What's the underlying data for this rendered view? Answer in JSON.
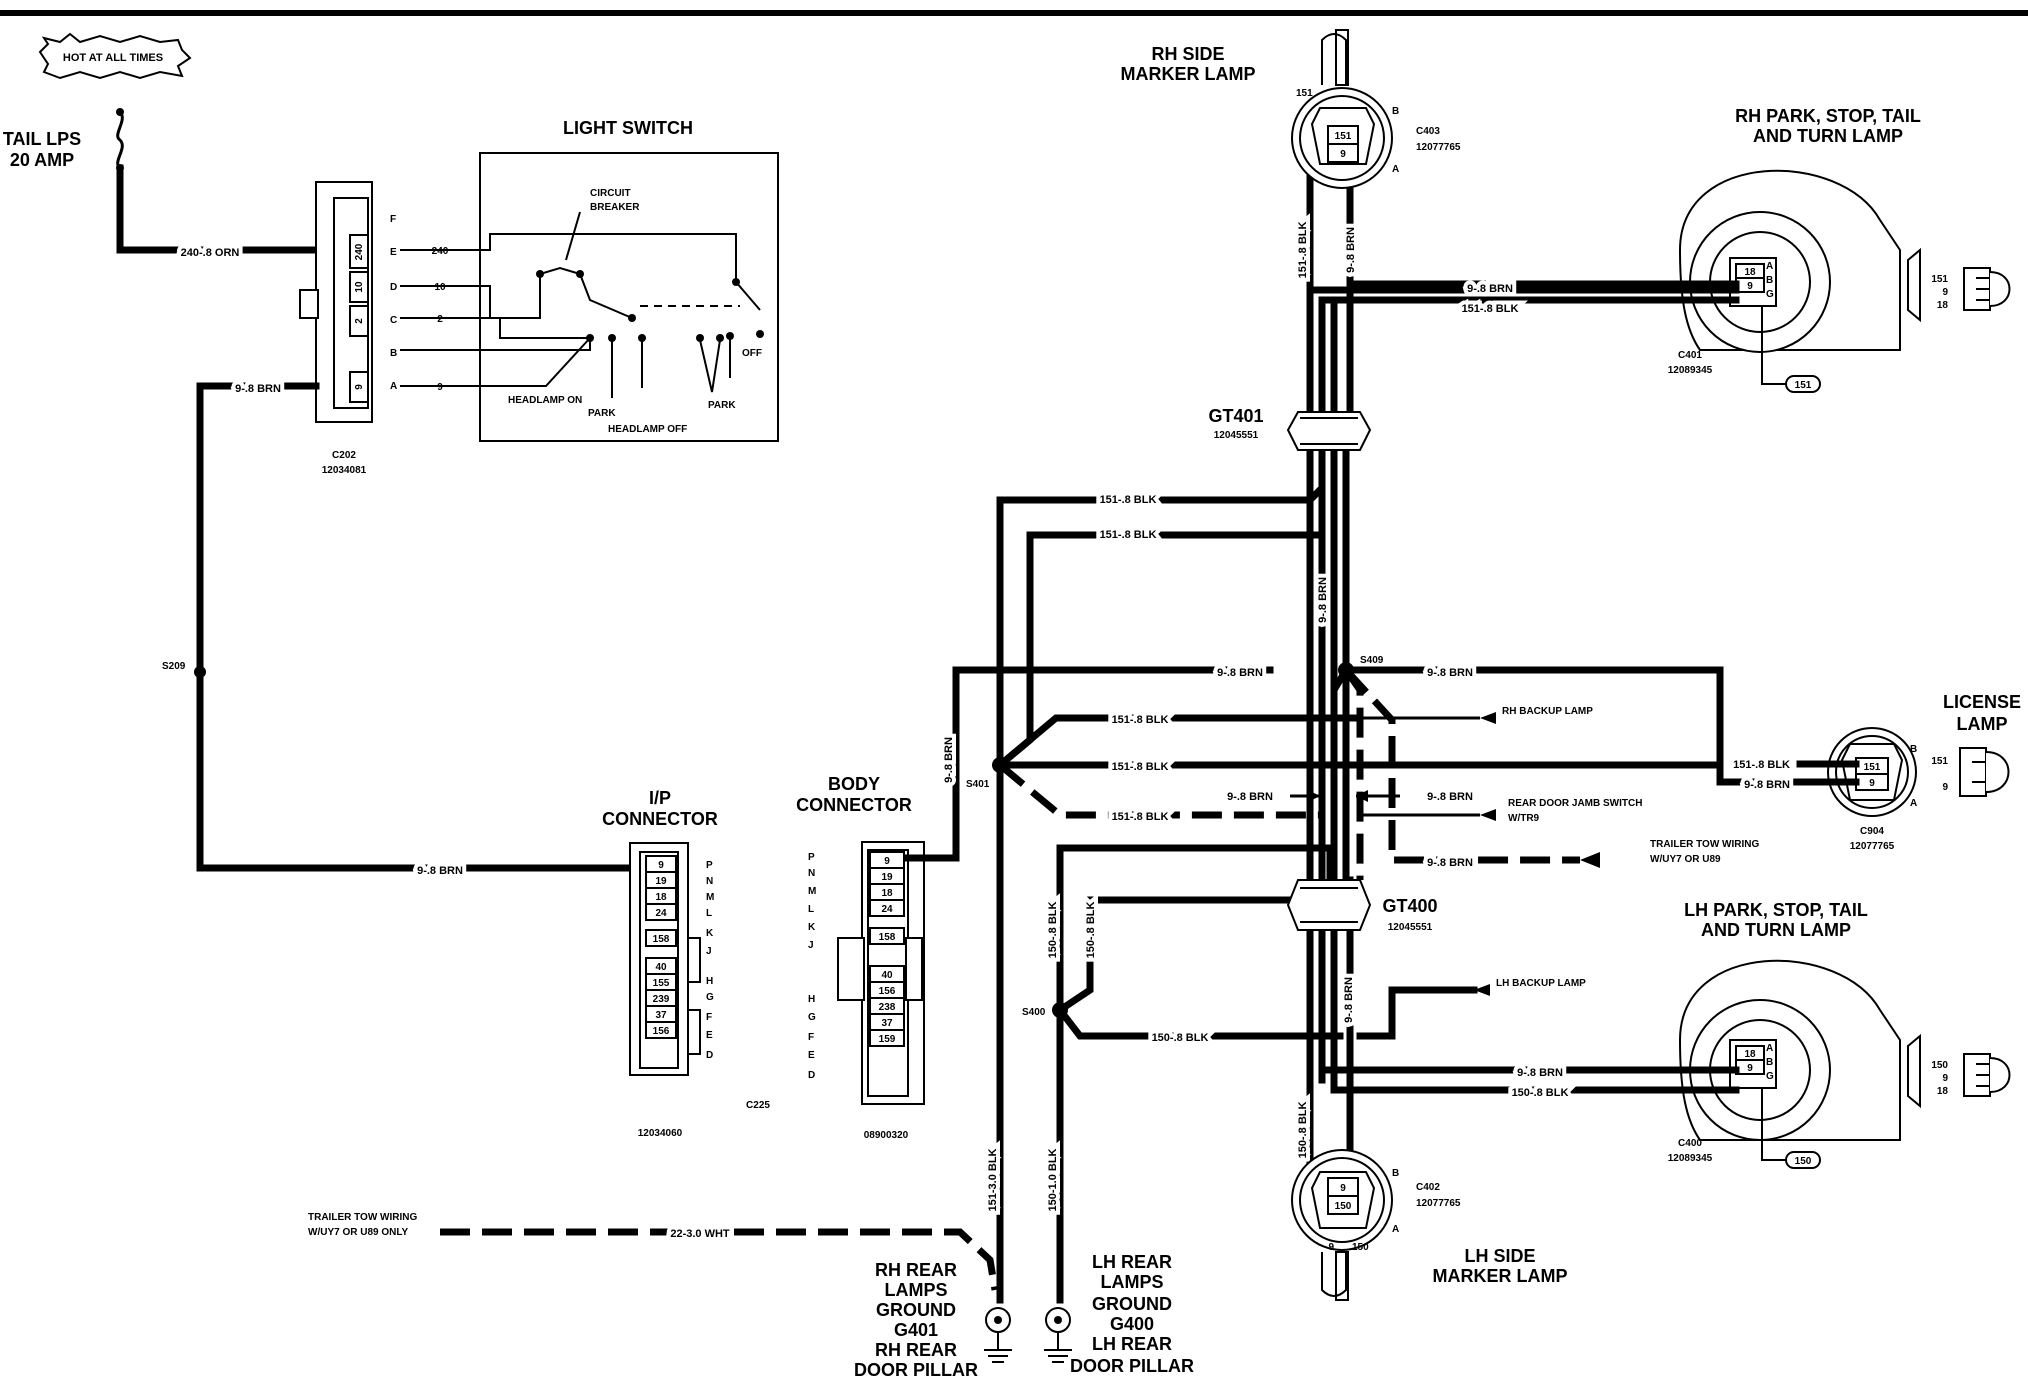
{
  "hot_label": "HOT AT ALL TIMES",
  "fuse": {
    "line1": "TAIL LPS",
    "line2": "20 AMP"
  },
  "light_switch": {
    "title": "LIGHT SWITCH",
    "circuit_breaker": "CIRCUIT",
    "circuit_breaker2": "BREAKER",
    "headlamp_on": "HEADLAMP ON",
    "park1": "PARK",
    "headlamp_off": "HEADLAMP OFF",
    "park2": "PARK",
    "off": "OFF",
    "wires": [
      "240",
      "10",
      "2",
      "9"
    ]
  },
  "c202": {
    "name": "C202",
    "part": "12034081",
    "letters": [
      "F",
      "E",
      "D",
      "C",
      "B",
      "A"
    ],
    "cavities": [
      "240",
      "10",
      "2",
      "9"
    ]
  },
  "wires": {
    "orn": "240-.8 ORN",
    "brn_c202": "9-.8 BRN",
    "brn_ip": "9-.8 BRN",
    "gt401_blk1": "151-.8 BLK",
    "gt401_blk2": "151-.8 BLK",
    "gt401_brn": "9-.8 BRN",
    "rh_side_blk": "151-.8 BLK",
    "rh_side_brn": "9-.8 BRN",
    "rh_park_brn": "9-.8 BRN",
    "rh_park_blk": "151-.8 BLK",
    "s409_left": "9-.8 BRN",
    "s409_right": "9-.8 BRN",
    "s401_blk1": "151-.8 BLK",
    "s401_blk2": "151-.8 BLK",
    "s401_blk3": "151-.8 BLK",
    "s401_brn": "9-.8 BRN",
    "jamb_brn1": "9-.8 BRN",
    "jamb_brn2": "9-.8 BRN",
    "license_blk": "151-.8 BLK",
    "license_brn": "9-.8 BRN",
    "trailer_brn": "9-.8 BRN",
    "s400_blk1": "150-.8 BLK",
    "s400_blk2": "150-.8 BLK",
    "s400_blk3": "150-.8 BLK",
    "gt400_brn": "9-.8 BRN",
    "lh_park_brn": "9-.8 BRN",
    "lh_park_blk": "150-.8 BLK",
    "lh_side_blk": "150-.8 BLK",
    "g401_blk": "151-3.0 BLK",
    "g400_blk": "150-1.0 BLK",
    "trailer_wht": "22-3.0 WHT"
  },
  "splices": {
    "s209": "S209",
    "s401": "S401",
    "s409": "S409",
    "s400": "S400"
  },
  "ip_connector": {
    "title1": "I/P",
    "title2": "CONNECTOR",
    "cavities": [
      "9",
      "19",
      "18",
      "24",
      "158",
      "40",
      "155",
      "239",
      "37",
      "156"
    ],
    "letters": [
      "P",
      "N",
      "M",
      "L",
      "K",
      "J",
      "H",
      "G",
      "F",
      "E",
      "D"
    ],
    "part": "12034060",
    "name": "C225"
  },
  "body_connector": {
    "title1": "BODY",
    "title2": "CONNECTOR",
    "cavities": [
      "9",
      "19",
      "18",
      "24",
      "158",
      "40",
      "156",
      "238",
      "37",
      "159"
    ],
    "letters_left": [
      "P",
      "N",
      "M",
      "L",
      "K",
      "J",
      "H",
      "G",
      "F",
      "E",
      "D"
    ],
    "part": "08900320"
  },
  "gt401": {
    "name": "GT401",
    "part": "12045551"
  },
  "gt400": {
    "name": "GT400",
    "part": "12045551"
  },
  "rh_side_marker": {
    "title1": "RH SIDE",
    "title2": "MARKER LAMP",
    "conn": "C403",
    "part": "12077765",
    "pins": [
      "151",
      "9"
    ],
    "pin_b": "B",
    "pin_a": "A",
    "num": "151"
  },
  "rh_park": {
    "title1": "RH PARK, STOP, TAIL",
    "title2": "AND TURN LAMP",
    "conn": "C401",
    "part": "12089345",
    "pins": [
      "18",
      "9",
      "..."
    ],
    "letters": [
      "A",
      "B",
      "G"
    ],
    "plug": [
      "151",
      "9",
      "18"
    ],
    "callout": "151"
  },
  "license": {
    "title1": "LICENSE",
    "title2": "LAMP",
    "conn": "C904",
    "part": "12077765",
    "pins": [
      "151",
      "9"
    ],
    "pin_b": "B",
    "pin_a": "A",
    "plug": [
      "151",
      "9"
    ]
  },
  "lh_park": {
    "title1": "LH PARK, STOP, TAIL",
    "title2": "AND TURN LAMP",
    "conn": "C400",
    "part": "12089345",
    "pins": [
      "18",
      "9",
      "..."
    ],
    "letters": [
      "A",
      "B",
      "G"
    ],
    "plug": [
      "150",
      "9",
      "18"
    ],
    "callout": "150"
  },
  "lh_side_marker": {
    "title1": "LH SIDE",
    "title2": "MARKER LAMP",
    "conn": "C402",
    "part": "12077765",
    "pins": [
      "9",
      "150"
    ],
    "pin_b": "B",
    "pin_a": "A",
    "plug": [
      "9",
      "150"
    ]
  },
  "notes": {
    "rh_backup": "RH BACKUP LAMP",
    "lh_backup": "LH BACKUP LAMP",
    "jamb1": "REAR DOOR JAMB SWITCH",
    "jamb2": "W/TR9",
    "tow1": "TRAILER TOW WIRING",
    "tow2": "W/UY7 OR U89",
    "tow_left1": "TRAILER TOW WIRING",
    "tow_left2": "W/UY7 OR U89 ONLY"
  },
  "g401": {
    "l1": "RH REAR",
    "l2": "LAMPS",
    "l3": "GROUND",
    "l4": "G401",
    "l5": "RH REAR",
    "l6": "DOOR PILLAR"
  },
  "g400": {
    "l1": "LH REAR",
    "l2": "LAMPS",
    "l3": "GROUND",
    "l4": "G400",
    "l5": "LH REAR",
    "l6": "DOOR PILLAR"
  }
}
